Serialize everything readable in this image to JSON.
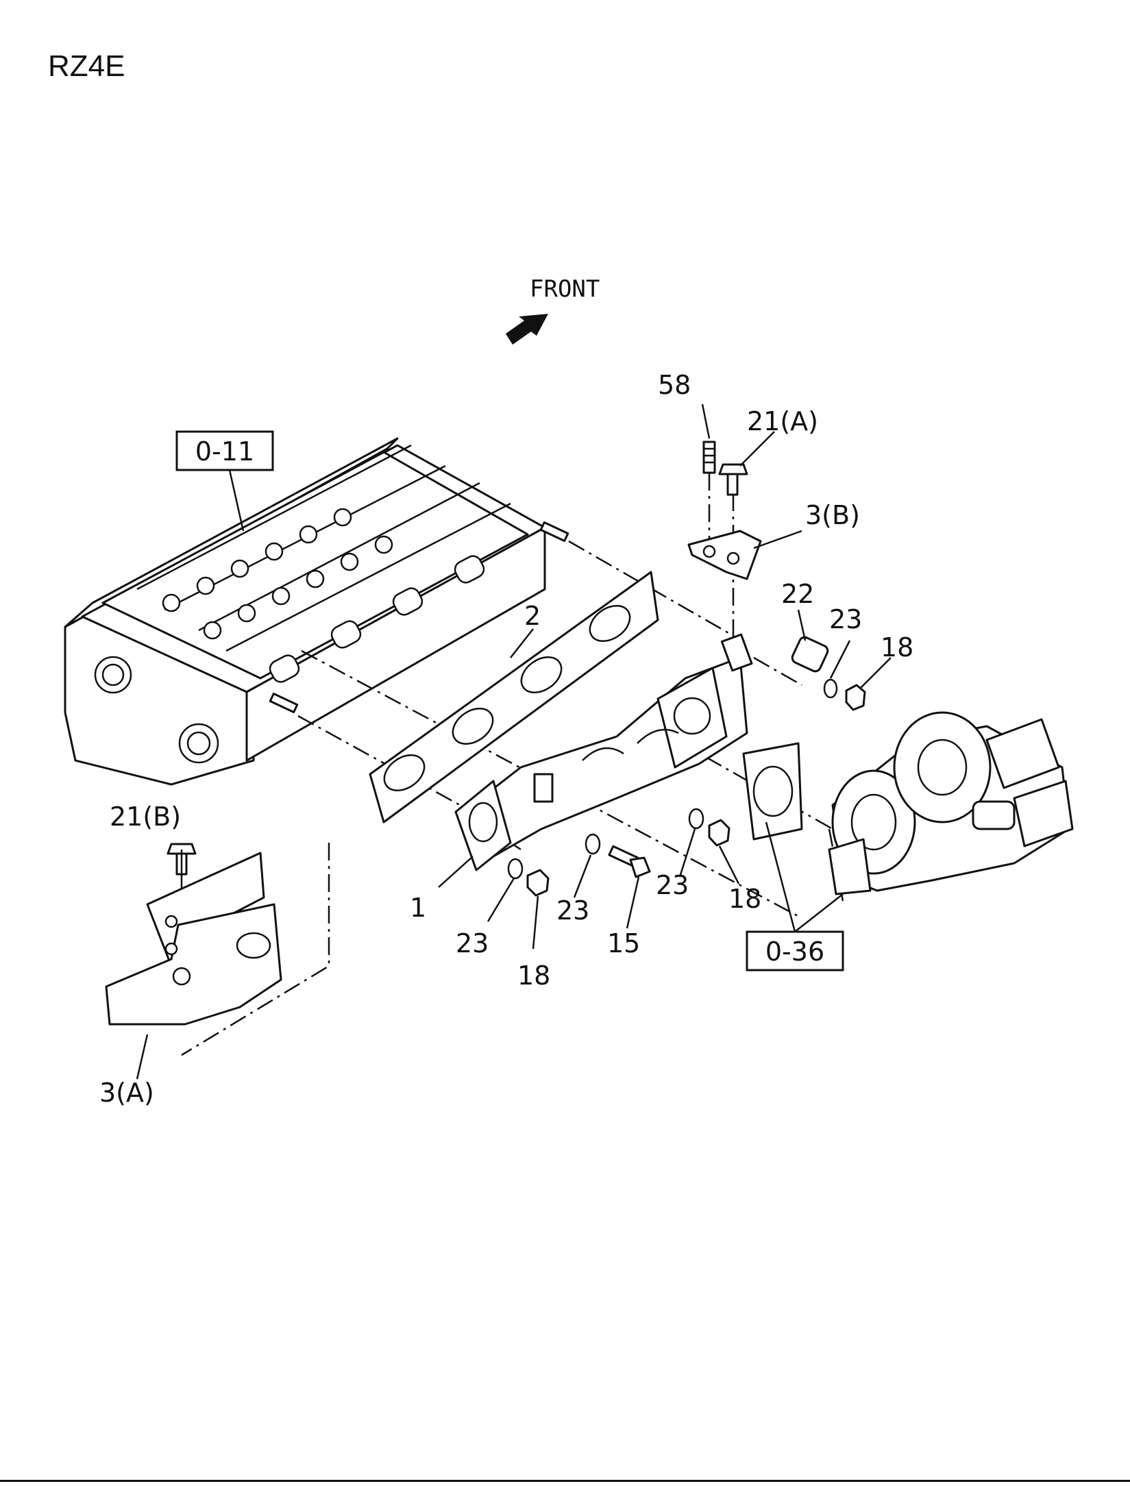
{
  "model_code": "RZ4E",
  "front_label": "FRONT",
  "ref_boxes": {
    "cylinder_head": "0-11",
    "turbocharger": "0-36"
  },
  "callouts": {
    "c58": "58",
    "c21a": "21(A)",
    "c3b": "3(B)",
    "c22": "22",
    "c23_top": "23",
    "c18_top": "18",
    "c2": "2",
    "c21b": "21(B)",
    "c1": "1",
    "c23_a": "23",
    "c18_a": "18",
    "c23_b": "23",
    "c15": "15",
    "c23_c": "23",
    "c18_c": "18",
    "c3a": "3(A)"
  }
}
